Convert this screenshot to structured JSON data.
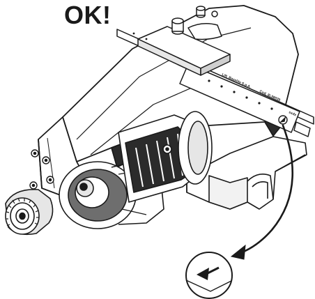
{
  "headline": "OK!",
  "ruler": {
    "brand_text": "Lift. Baselite S.p.A.",
    "code_text": "Cod. 8L58039",
    "side_text": "sxdx"
  },
  "colors": {
    "ink": "#1a1a1a",
    "paper": "#ffffff",
    "shade_dark": "#2b2b2b",
    "shade_mid": "#6e6e6e",
    "shade_light": "#e6e6e6"
  },
  "icons": {
    "detail_callout": "magnifier-circle-icon",
    "direction_arrow": "curved-arrow-icon",
    "reference_mark": "triangle-arrow-icon"
  }
}
